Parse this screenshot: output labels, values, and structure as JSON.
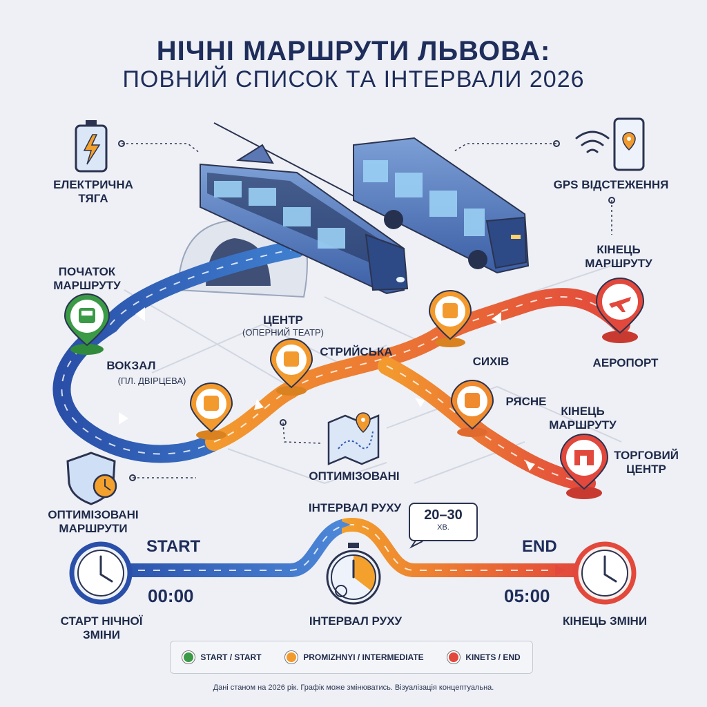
{
  "title": {
    "line1": "НІЧНІ МАРШРУТИ ЛЬВОВА:",
    "line2": "ПОВНИЙ СПИСОК ТА ІНТЕРВАЛИ 2026"
  },
  "features": {
    "electric": "ЕЛЕКТРИЧНА ТЯГА",
    "gps": "GPS ВІДСТЕЖЕННЯ",
    "optimized": "ОПТИМІЗОВАНІ",
    "optimized_routes": "ОПТИМІЗОВАНІ МАРШРУТИ"
  },
  "stops": {
    "route_start": "ПОЧАТОК МАРШРУТУ",
    "vokzal": "ВОКЗАЛ",
    "vokzal_sub": "(ПЛ. ДВІРЦЕВА)",
    "center": "ЦЕНТР",
    "center_sub": "(ОПЕРНИЙ ТЕАТР)",
    "stryiska": "СТРИЙСЬКА",
    "sykhiv": "СИХІВ",
    "riasne": "РЯСНЕ",
    "route_end_1": "КІНЕЦЬ МАРШРУТУ",
    "airport": "АЕРОПОРТ",
    "route_end_2": "КІНЕЦЬ МАРШРУТУ",
    "mall": "ТОРГОВИЙ ЦЕНТР"
  },
  "timeline": {
    "interval_top": "ІНТЕРВАЛ РУХУ",
    "interval_value": "20–30",
    "interval_unit": "ХВ.",
    "start_word": "START",
    "end_word": "END",
    "start_time": "00:00",
    "end_time": "05:00",
    "shift_start": "СТАРТ НІЧНОЇ ЗМІНИ",
    "interval_bottom": "ІНТЕРВАЛ РУХУ",
    "shift_end": "КІНЕЦЬ ЗМІНИ"
  },
  "legend": {
    "start": "START / START",
    "intermediate": "PROMIZHNYI / INTERMEDIATE",
    "end": "KINETS / END"
  },
  "colors": {
    "start": "#3a9a45",
    "intermediate": "#f39a2e",
    "end": "#e2483c",
    "blue": "#2d5bb0"
  },
  "footer": "Дані станом на 2026 рік. Графік може змінюватись. Візуалізація концептуальна."
}
